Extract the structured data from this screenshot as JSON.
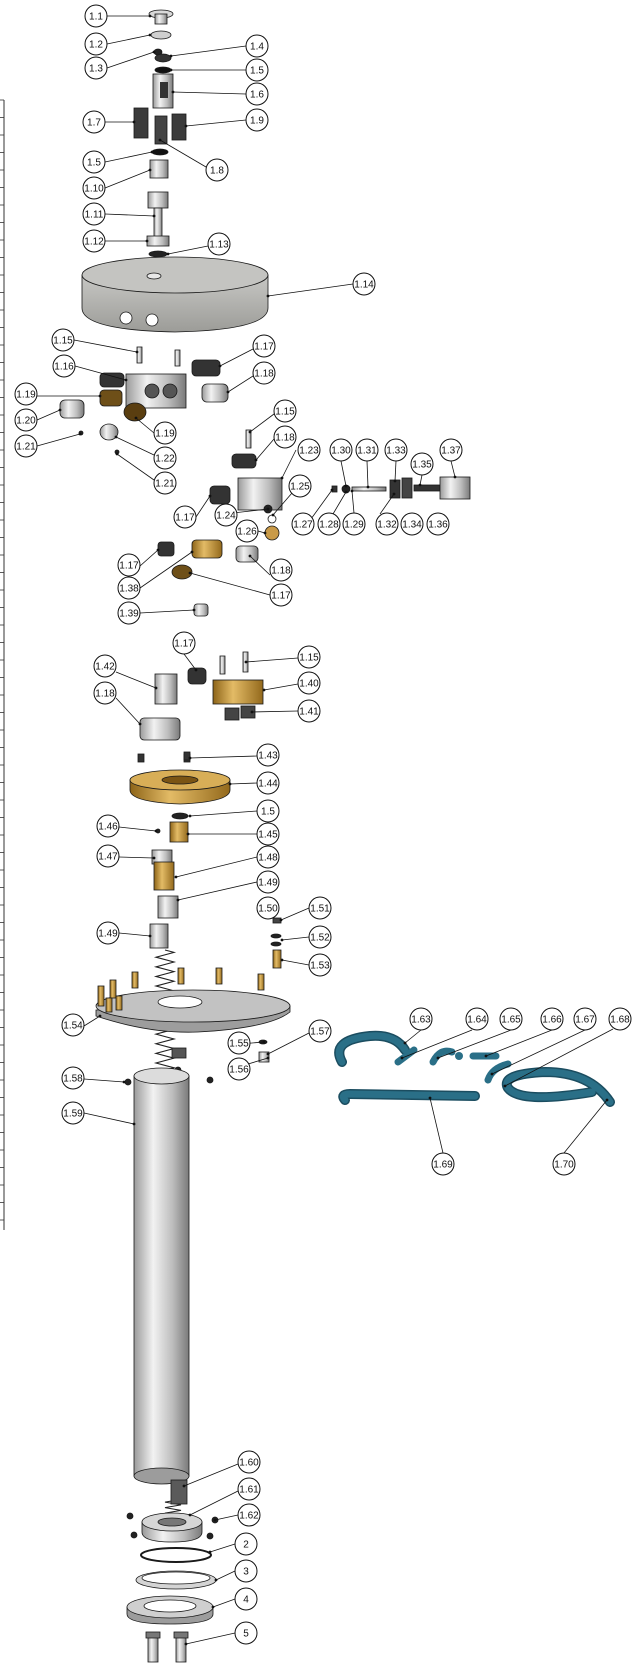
{
  "diagram": {
    "colors": {
      "steel_light": "#e6e6e6",
      "steel_mid": "#b9b9b9",
      "steel_dark": "#6d6d6d",
      "brass_light": "#d8ae57",
      "brass_dark": "#9a6e1d",
      "hose": "#2a6f87",
      "hose_dark": "#1b4d60",
      "stone": "#a9a9a6",
      "outline": "#1a1a1a"
    },
    "labels": [
      "1.1",
      "1.2",
      "1.3",
      "1.4",
      "1.5",
      "1.6",
      "1.7",
      "1.8",
      "1.9",
      "1.5",
      "1.10",
      "1.11",
      "1.12",
      "1.13",
      "1.14",
      "1.15",
      "1.16",
      "1.17",
      "1.18",
      "1.19",
      "1.20",
      "1.21",
      "1.22",
      "1.19",
      "1.21",
      "1.15",
      "1.18",
      "1.23",
      "1.30",
      "1.31",
      "1.33",
      "1.35",
      "1.37",
      "1.25",
      "1.17",
      "1.24",
      "1.26",
      "1.27",
      "1.28",
      "1.29",
      "1.32",
      "1.34",
      "1.36",
      "1.17",
      "1.38",
      "1.18",
      "1.17",
      "1.39",
      "1.17",
      "1.15",
      "1.42",
      "1.40",
      "1.18",
      "1.41",
      "1.43",
      "1.44",
      "1.5",
      "1.46",
      "1.45",
      "1.47",
      "1.48",
      "1.49",
      "1.50",
      "1.49",
      "1.51",
      "1.52",
      "1.53",
      "1.54",
      "1.55",
      "1.57",
      "1.56",
      "1.58",
      "1.59",
      "1.63",
      "1.64",
      "1.65",
      "1.66",
      "1.67",
      "1.68",
      "1.69",
      "1.70",
      "1.60",
      "1.61",
      "1.62",
      "2",
      "3",
      "4",
      "5"
    ]
  }
}
